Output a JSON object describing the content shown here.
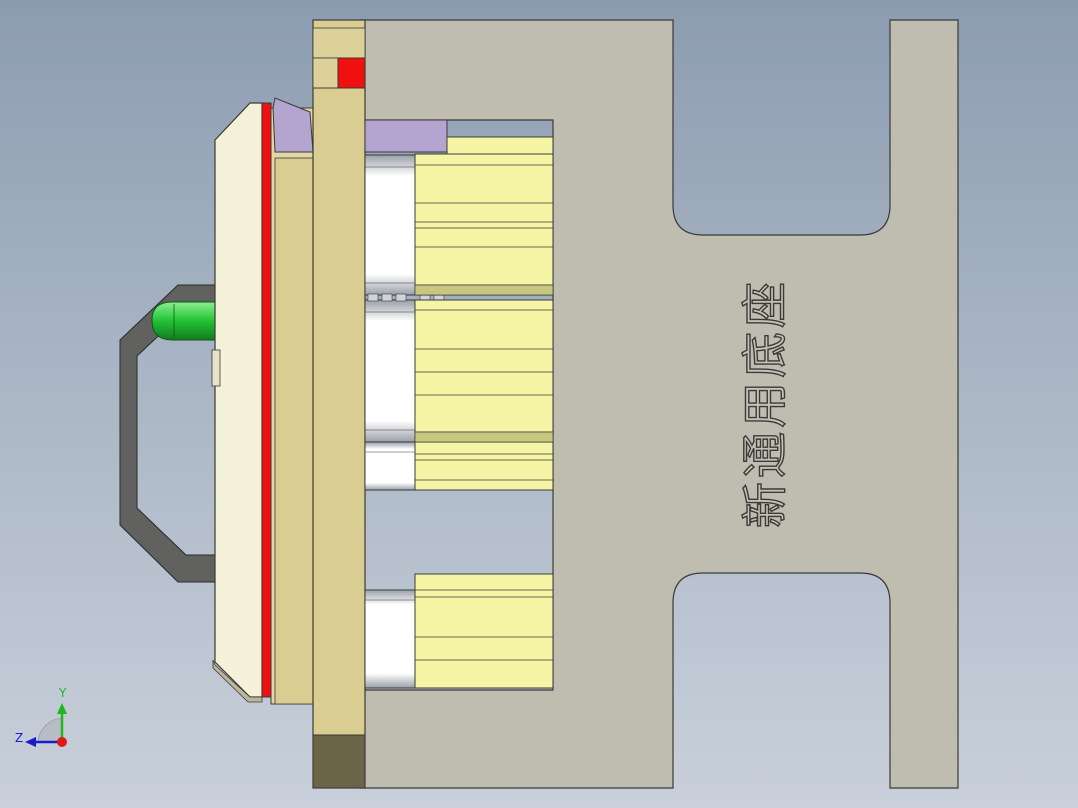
{
  "scene": {
    "engraved_text": "新通用底座",
    "axis_triad": {
      "y_label": "Y",
      "z_label": "Z"
    },
    "colors": {
      "background_top": "#8c9cb0",
      "background_bottom": "#c9d0db",
      "base_plate": "#bfbcb0",
      "mold_plate": "#d9cd92",
      "mold_plate_dark": "#6b6448",
      "cream_plate": "#f4f1d9",
      "red_stripe": "#f01010",
      "lavender_block": "#b4a4d0",
      "yellow_insert": "#f6f5a6",
      "handle": "#616160",
      "green_pin": "#28c83a",
      "axis_y": "#1cb81c",
      "axis_z": "#1a1acc",
      "axis_origin": "#e01818"
    }
  }
}
